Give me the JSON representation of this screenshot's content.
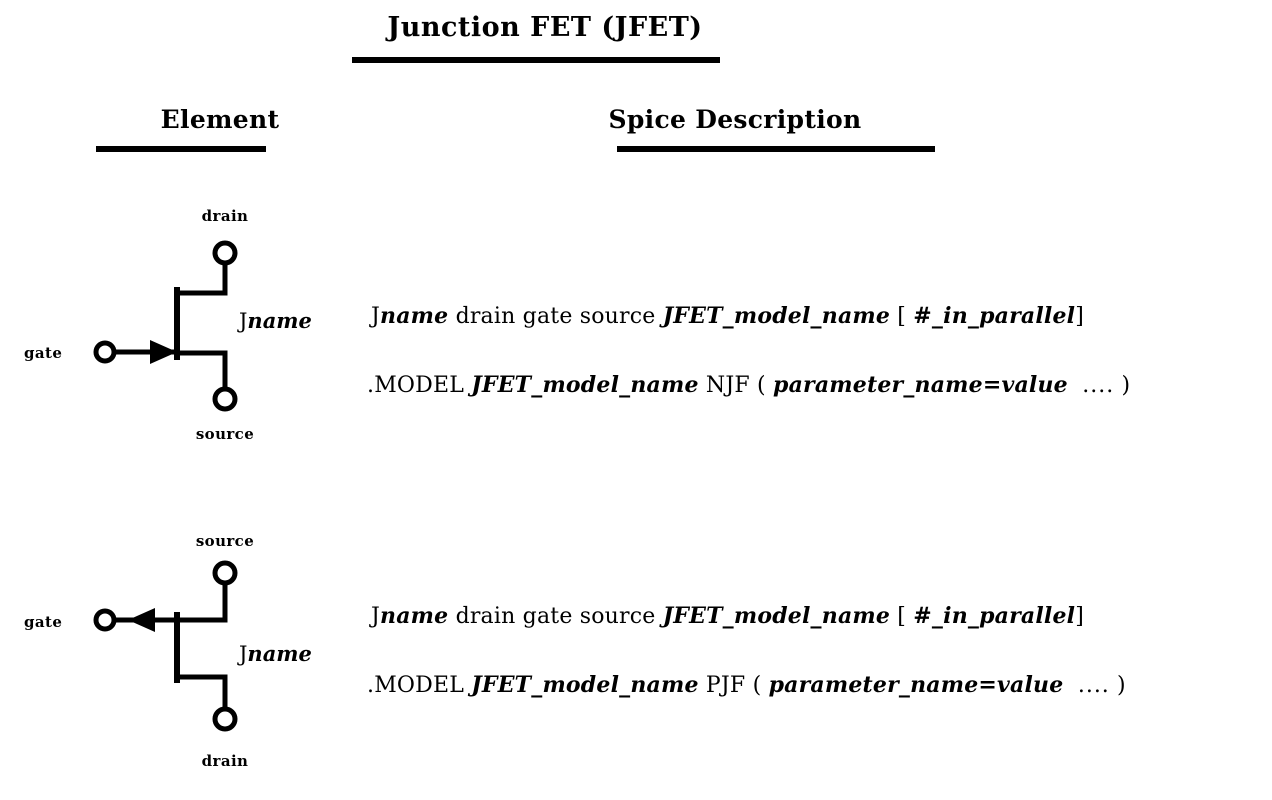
{
  "title": "Junction FET (JFET)",
  "columns": {
    "element": "Element",
    "spice": "Spice Description"
  },
  "symbols": [
    {
      "id": "njf",
      "channel_type": "n-channel",
      "arrow_direction": "inward",
      "top_terminal": "drain",
      "bottom_terminal": "source",
      "gate_label": "gate",
      "device_label": {
        "prefix": "J",
        "name": "name"
      }
    },
    {
      "id": "pjf",
      "channel_type": "p-channel",
      "arrow_direction": "outward",
      "top_terminal": "source",
      "bottom_terminal": "drain",
      "gate_label": "gate",
      "device_label": {
        "prefix": "J",
        "name": "name"
      }
    }
  ],
  "descriptions": [
    {
      "id": "njf",
      "instance_line": {
        "prefix": "J",
        "name": "name",
        "nodes": "drain gate source",
        "model": "JFET_model_name",
        "open_bracket": "[",
        "option": "#_in_parallel",
        "close_bracket": "]"
      },
      "model_line": {
        "keyword": ".MODEL",
        "model": "JFET_model_name",
        "type": "NJF",
        "open_paren": "(",
        "params": "parameter_name=value",
        "ellipsis": "....",
        "close_paren": ")"
      }
    },
    {
      "id": "pjf",
      "instance_line": {
        "prefix": "J",
        "name": "name",
        "nodes": "drain gate source",
        "model": "JFET_model_name",
        "open_bracket": "[",
        "option": "#_in_parallel",
        "close_bracket": "]"
      },
      "model_line": {
        "keyword": ".MODEL",
        "model": "JFET_model_name",
        "type": "PJF",
        "open_paren": "(",
        "params": "parameter_name=value",
        "ellipsis": "....",
        "close_paren": ")"
      }
    }
  ],
  "colors": {
    "ink": "#000000",
    "paper": "#ffffff"
  }
}
